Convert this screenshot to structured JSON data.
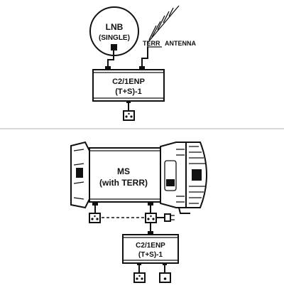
{
  "colors": {
    "ink": "#111111",
    "divider": "#b0b0b0",
    "background": "#ffffff"
  },
  "top": {
    "lnb": {
      "line1": "LNB",
      "line2": "(SINGLE)"
    },
    "antenna": {
      "terr_label": "TERR",
      "antenna_label": "ANTENNA"
    },
    "unit": {
      "line1": "C2/1ENP",
      "line2": "(T+S)-1"
    },
    "outlet_icon": "satellite-socket-icon"
  },
  "bottom": {
    "multiswitch": {
      "line1": "MS",
      "line2": "(with TERR)"
    },
    "unit": {
      "line1": "C2/1ENP",
      "line2": "(T+S)-1"
    },
    "icons": [
      "satellite-socket-icon",
      "power-plug-icon",
      "antenna-socket-icon"
    ]
  }
}
